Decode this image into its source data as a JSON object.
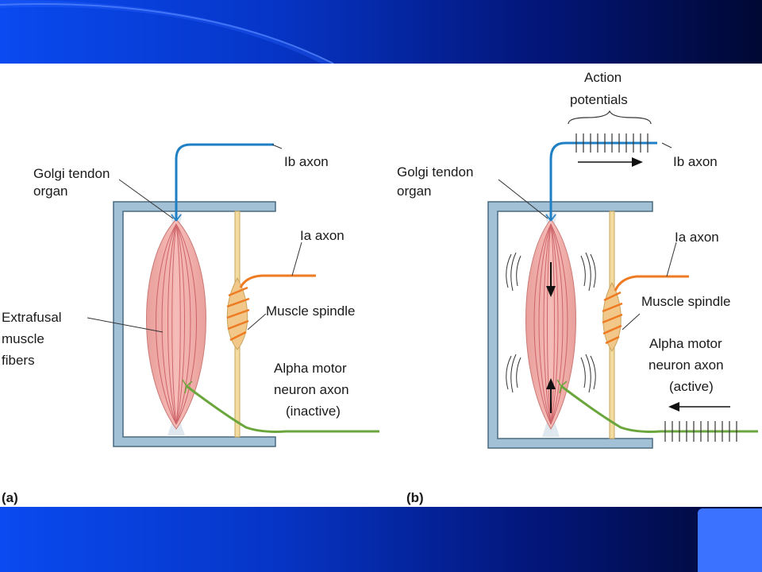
{
  "colors": {
    "band": "#0636c8",
    "frame": "#9fbcd0",
    "muscle": "#f2aaa6",
    "ib_axon": "#1f7fc4",
    "ia_axon": "#ee7a22",
    "motor_axon": "#6aa63c",
    "spindle_fiber": "#f3dca0"
  },
  "panel_a": {
    "tag": "(a)",
    "golgi": [
      "Golgi tendon",
      "organ"
    ],
    "ib_axon": "Ib axon",
    "ia_axon": "Ia axon",
    "spindle": "Muscle spindle",
    "extrafusal": [
      "Extrafusal",
      "muscle",
      "fibers"
    ],
    "alpha": [
      "Alpha motor",
      "neuron axon",
      "(inactive)"
    ]
  },
  "panel_b": {
    "tag": "(b)",
    "action": [
      "Action",
      "potentials"
    ],
    "golgi": [
      "Golgi tendon",
      "organ"
    ],
    "ib_axon": "Ib axon",
    "ia_axon": "Ia axon",
    "spindle": "Muscle spindle",
    "alpha": [
      "Alpha motor",
      "neuron axon",
      "(active)"
    ]
  }
}
